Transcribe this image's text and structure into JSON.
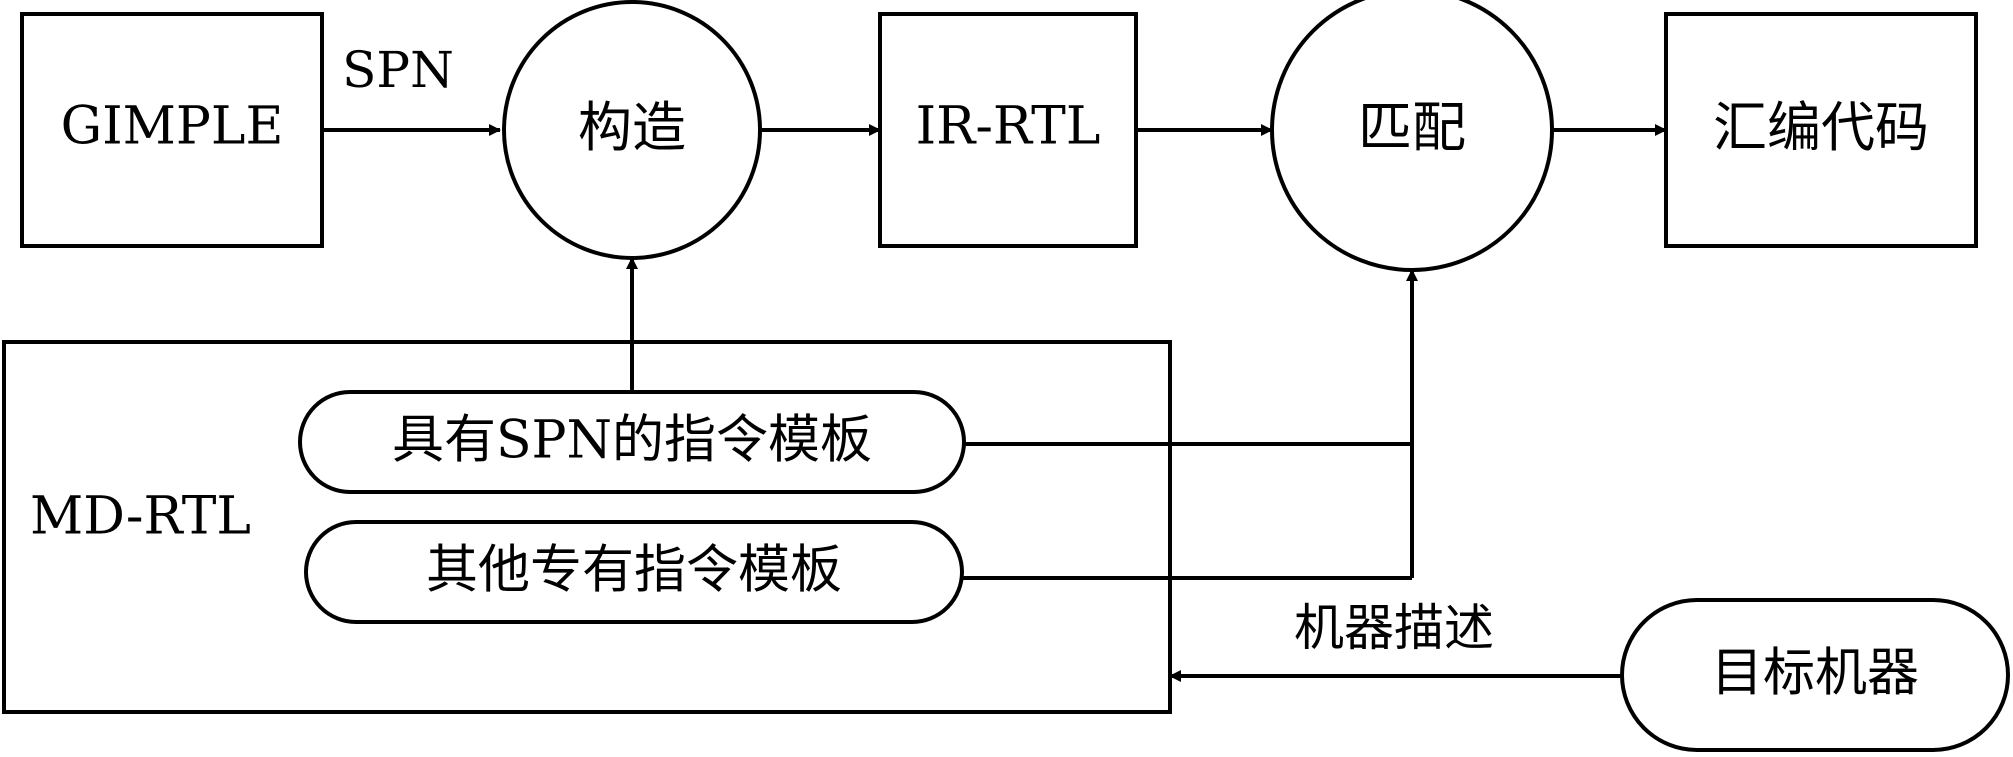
{
  "nodes": {
    "gimple": "GIMPLE",
    "construct": "构造",
    "ir_rtl": "IR-RTL",
    "match": "匹配",
    "asm_code": "汇编代码",
    "md_rtl": "MD-RTL",
    "spn_templates": "具有SPN的指令模板",
    "other_templates": "其他专有指令模板",
    "target_machine": "目标机器"
  },
  "edges": {
    "spn": "SPN",
    "machine_desc": "机器描述"
  },
  "colors": {
    "stroke": "#000000",
    "background": "#ffffff"
  }
}
